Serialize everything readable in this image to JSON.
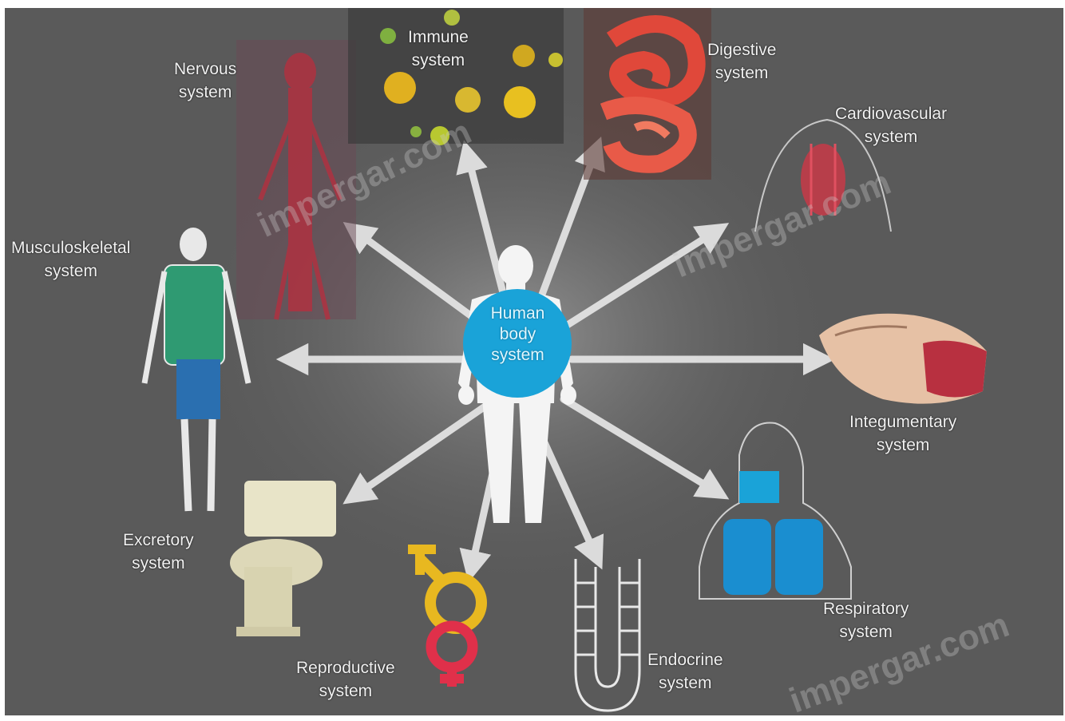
{
  "center": {
    "line1": "Human",
    "line2": "body",
    "line3": "system"
  },
  "systems": {
    "nervous": {
      "line1": "Nervous",
      "line2": "system",
      "icon": "nervous-system-figure-icon"
    },
    "immune": {
      "line1": "Immune",
      "line2": "system",
      "icon": "immune-cells-icon"
    },
    "digestive": {
      "line1": "Digestive",
      "line2": "system",
      "icon": "intestines-icon"
    },
    "cardiovascular": {
      "line1": "Cardiovascular",
      "line2": "system",
      "icon": "heart-torso-icon"
    },
    "musculoskeletal": {
      "line1": "Musculoskeletal",
      "line2": "system",
      "icon": "skeleton-figure-icon"
    },
    "integumentary": {
      "line1": "Integumentary",
      "line2": "system",
      "icon": "skin-layers-icon"
    },
    "excretory": {
      "line1": "Excretory",
      "line2": "system",
      "icon": "toilet-icon"
    },
    "reproductive": {
      "line1": "Reproductive",
      "line2": "system",
      "icon": "gender-symbols-icon"
    },
    "endocrine": {
      "line1": "Endocrine",
      "line2": "system",
      "icon": "gland-tube-icon"
    },
    "respiratory": {
      "line1": "Respiratory",
      "line2": "system",
      "icon": "lungs-profile-icon"
    }
  },
  "watermarks": [
    "impergar.com",
    "impergar.com",
    "impergar.com"
  ],
  "colors": {
    "background": "#5a5a5a",
    "arrow": "#e6e6e6",
    "body_blue": "#1aa3d8",
    "nervous_red": "#b03040",
    "intestine_red": "#e0483a"
  }
}
